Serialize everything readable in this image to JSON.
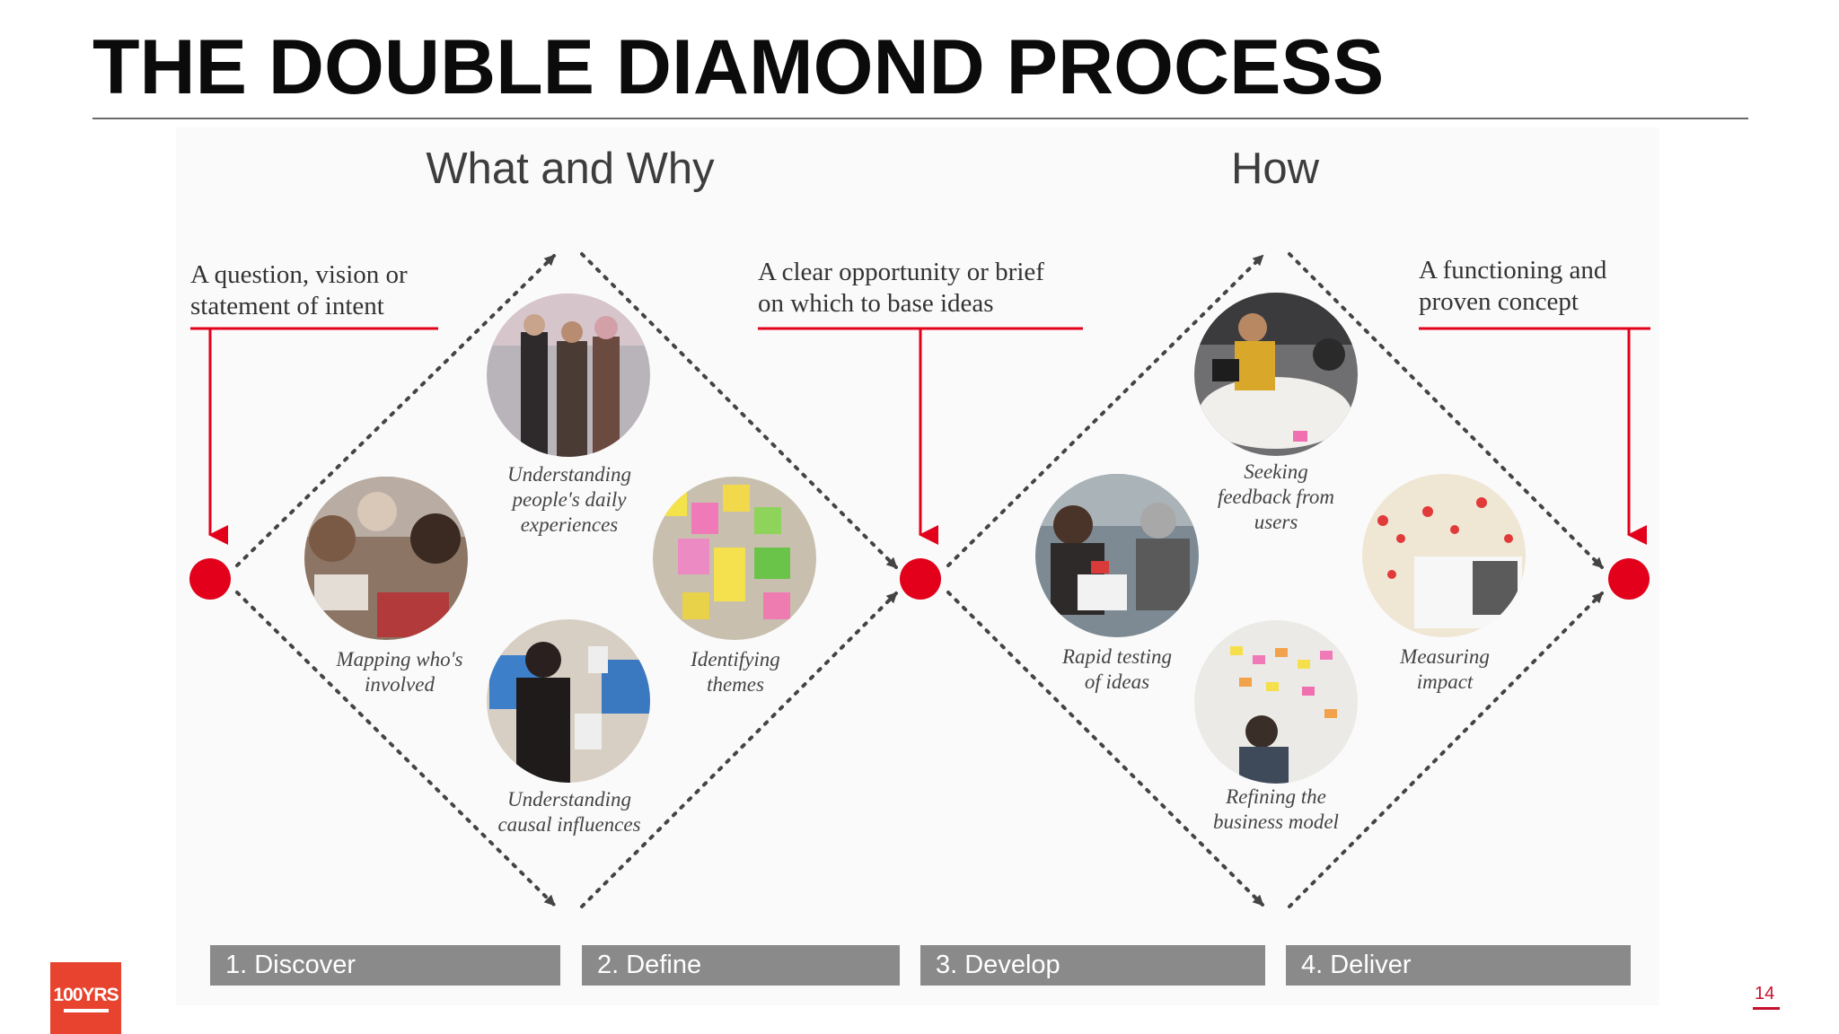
{
  "title": "THE DOUBLE DIAMOND PROCESS",
  "headings": {
    "left": "What and Why",
    "right": "How"
  },
  "callouts": {
    "start": "A question, vision or\nstatement of intent",
    "middle": "A clear opportunity or brief\non which to base ideas",
    "end": "A functioning and\nproven concept"
  },
  "activities": {
    "discover_top": "Understanding\npeople's daily\nexperiences",
    "discover_left": "Mapping who's\ninvolved",
    "discover_bottom": "Understanding\ncausal influences",
    "define_right": "Identifying\nthemes",
    "develop_top": "Seeking\nfeedback from\nusers",
    "develop_left": "Rapid testing\nof ideas",
    "develop_bottom": "Refining the\nbusiness model",
    "deliver_right": "Measuring\nimpact"
  },
  "phases": [
    "1. Discover",
    "2. Define",
    "3. Develop",
    "4. Deliver"
  ],
  "logo_text": "100YRS",
  "page_number": "14",
  "colors": {
    "accent": "#e2001a",
    "phase_bar": "#8a8a8a",
    "logo": "#e8432e"
  }
}
